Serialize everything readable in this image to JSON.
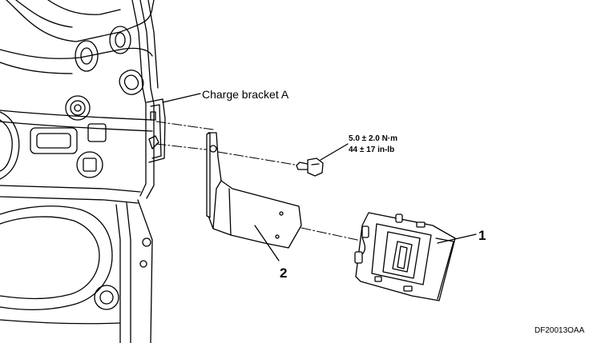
{
  "labels": {
    "charge_bracket": "Charge bracket A",
    "torque_metric": "5.0 ± 2.0 N·m",
    "torque_imperial": "44 ± 17 in-lb",
    "part_1": "1",
    "part_2": "2",
    "figure_code": "DF20013OAA"
  }
}
